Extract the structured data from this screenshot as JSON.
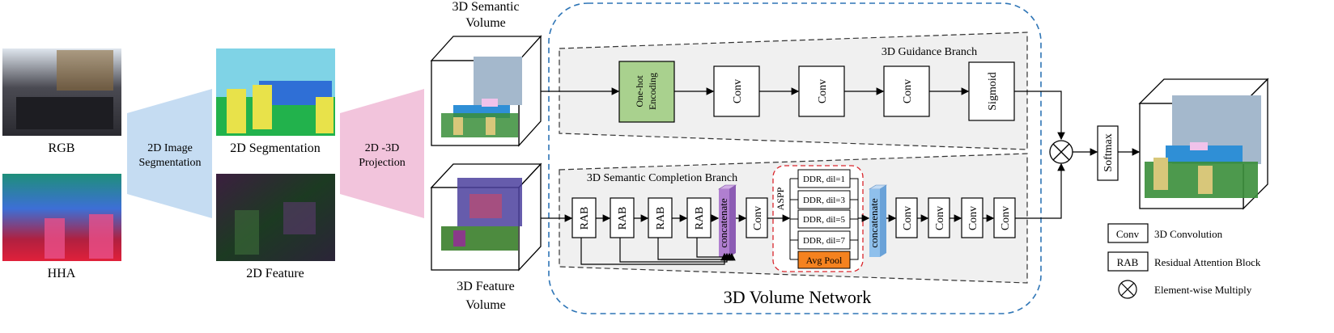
{
  "inputs": {
    "rgb_label": "RGB",
    "hha_label": "HHA"
  },
  "seg_funnel": {
    "line1": "2D Image",
    "line2": "Segmentation"
  },
  "seg_output_label": "2D Segmentation",
  "feature_output_label": "2D Feature",
  "proj_funnel": {
    "line1": "2D -3D",
    "line2": "Projection"
  },
  "semantic_volume": {
    "line1": "3D Semantic",
    "line2": "Volume"
  },
  "feature_volume": {
    "line1": "3D Feature",
    "line2": "Volume"
  },
  "network_title": "3D Volume Network",
  "guidance_branch": {
    "title": "3D Guidance Branch",
    "encoding": {
      "line1": "One-hot",
      "line2": "Encoding"
    },
    "conv_labels": [
      "Conv",
      "Conv",
      "Conv"
    ],
    "sigmoid": "Sigmoid"
  },
  "completion_branch": {
    "title": "3D Semantic Completion Branch",
    "rab_labels": [
      "RAB",
      "RAB",
      "RAB",
      "RAB"
    ],
    "concat1": "concatenate",
    "conv_mid": "Conv",
    "aspp_label": "ASPP",
    "aspp_items": [
      "DDR, dil=1",
      "DDR, dil=3",
      "DDR, dil=5",
      "DDR, dil=7"
    ],
    "avg_pool": "Avg Pool",
    "concat2": "concatenate",
    "conv_tail": [
      "Conv",
      "Conv",
      "Conv",
      "Conv"
    ]
  },
  "softmax": "Softmax",
  "legend": {
    "conv_key": "Conv",
    "conv_desc": "3D Convolution",
    "rab_key": "RAB",
    "rab_desc": "Residual Attention Block",
    "multiply_desc": "Element-wise Multiply"
  },
  "colors": {
    "encoding_fill": "#a9d18e",
    "avgpool_fill": "#f5821f",
    "concat_purple": "#b07fd0",
    "concat_blue": "#8fc0ec",
    "seg_funnel": "#c5dcf2",
    "proj_funnel": "#f2c4dc",
    "dashed_outer": "#2e75b6",
    "aspp_border": "#d9262c"
  }
}
